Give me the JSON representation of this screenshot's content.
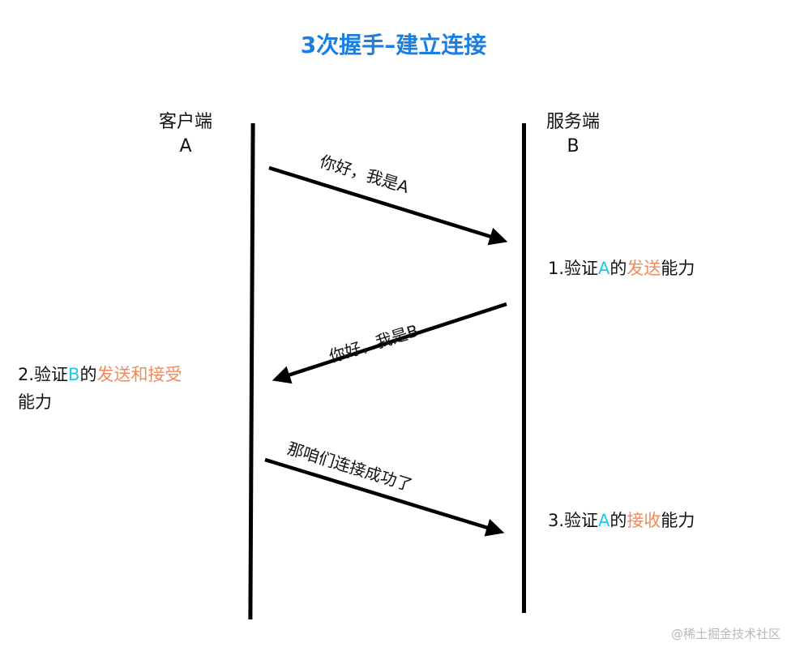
{
  "title": {
    "text": "3次握手–建立连接",
    "color": "#1a7fe0"
  },
  "client": {
    "label": "客户端",
    "sub": "A"
  },
  "server": {
    "label": "服务端",
    "sub": "B"
  },
  "messages": [
    {
      "text": "你好，我是A"
    },
    {
      "text": "你好，我是B"
    },
    {
      "text": "那咱们连接成功了"
    }
  ],
  "verifications": [
    {
      "prefix": "1.验证",
      "entity": "A",
      "mid": "的",
      "highlight": "发送",
      "suffix": "能力"
    },
    {
      "prefix": "2.验证",
      "entity": "B",
      "mid": "的",
      "highlight": "发送和接受",
      "suffix": "",
      "line2": "能力"
    },
    {
      "prefix": "3.验证",
      "entity": "A",
      "mid": "的",
      "highlight": "接收",
      "suffix": "能力"
    }
  ],
  "colors": {
    "entity": "#1ec8e6",
    "highlight": "#f08a5d"
  },
  "watermark": "@稀土掘金技术社区"
}
